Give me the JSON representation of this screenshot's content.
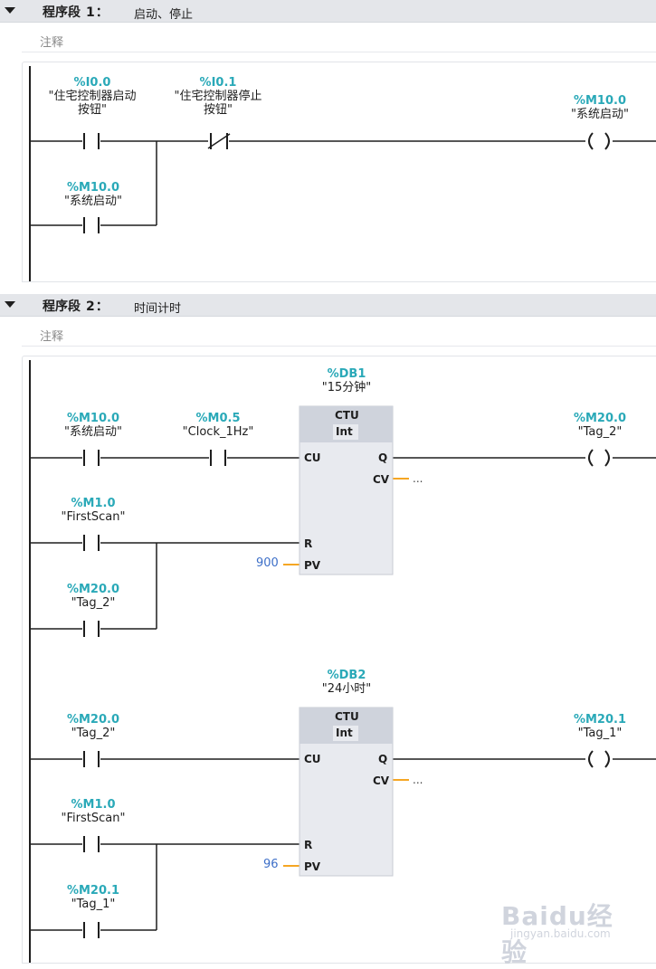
{
  "segments": [
    {
      "label": "程序段",
      "number": "1",
      "colon": "：",
      "name": "启动、停止",
      "comment_placeholder": "注释",
      "contacts": [
        {
          "address": "%I0.0",
          "tag": "\"住宅控制器启动",
          "tag2": "按钮\"",
          "type": "NO"
        },
        {
          "address": "%I0.1",
          "tag": "\"住宅控制器停止",
          "tag2": "按钮\"",
          "type": "NC"
        },
        {
          "address": "%M10.0",
          "tag": "\"系统启动\"",
          "type": "NO"
        }
      ],
      "coil": {
        "address": "%M10.0",
        "tag": "\"系统启动\""
      }
    },
    {
      "label": "程序段",
      "number": "2",
      "colon": "：",
      "name": "时间计时",
      "comment_placeholder": "注释",
      "counters": [
        {
          "db_address": "%DB1",
          "db_name": "\"15分钟\"",
          "type": "CTU",
          "data_type": "Int",
          "pins": {
            "cu": "CU",
            "q": "Q",
            "cv": "CV",
            "r": "R",
            "pv": "PV"
          },
          "cv_value": "...",
          "pv_value": "900",
          "contacts": [
            {
              "address": "%M10.0",
              "tag": "\"系统启动\""
            },
            {
              "address": "%M0.5",
              "tag": "\"Clock_1Hz\""
            },
            {
              "address": "%M1.0",
              "tag": "\"FirstScan\""
            },
            {
              "address": "%M20.0",
              "tag": "\"Tag_2\""
            }
          ],
          "coil": {
            "address": "%M20.0",
            "tag": "\"Tag_2\""
          }
        },
        {
          "db_address": "%DB2",
          "db_name": "\"24小时\"",
          "type": "CTU",
          "data_type": "Int",
          "pins": {
            "cu": "CU",
            "q": "Q",
            "cv": "CV",
            "r": "R",
            "pv": "PV"
          },
          "cv_value": "...",
          "pv_value": "96",
          "contacts": [
            {
              "address": "%M20.0",
              "tag": "\"Tag_2\""
            },
            {
              "address": "%M1.0",
              "tag": "\"FirstScan\""
            },
            {
              "address": "%M20.1",
              "tag": "\"Tag_1\""
            }
          ],
          "coil": {
            "address": "%M20.1",
            "tag": "\"Tag_1\""
          }
        }
      ]
    }
  ],
  "watermark": {
    "main": "Baidu经验",
    "sub": "jingyan.baidu.com"
  },
  "colors": {
    "address": "#2aa9b8",
    "pv_value": "#3d6fc8",
    "wire": "#1e1e1e",
    "connector": "#f5a623",
    "box_fill": "#e8eaef",
    "box_header": "#cfd3dc"
  }
}
